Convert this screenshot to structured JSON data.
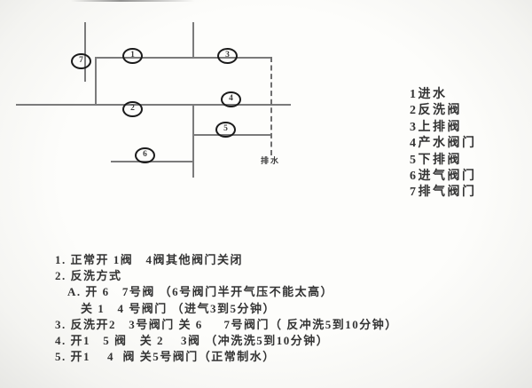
{
  "diagram": {
    "valve_labels": [
      "1",
      "2",
      "3",
      "4",
      "5",
      "6",
      "7"
    ],
    "drain_label": "排水"
  },
  "legend": {
    "items": [
      "1进水",
      "2反洗阀",
      "3上排阀",
      "4产水阀门",
      "5下排阀",
      "6进气阀门",
      "7排气阀门"
    ]
  },
  "instructions": {
    "lines": [
      "1. 正常开 1阀   4阀其他阀门关闭",
      "2. 反洗方式",
      "A. 开 6   7号阀 （6号阀门半开气压不能太高）",
      "关 1   4 号阀门 （进气3到5分钟）",
      "3. 反洗开2   3号阀门 关 6     7号阀门（ 反冲洗5到10分钟）",
      "4. 开1   5 阀   关 2    3阀 （冲洗洗5到10分钟）",
      "5. 开1    4  阀 关5号阀门（正常制水）"
    ]
  }
}
